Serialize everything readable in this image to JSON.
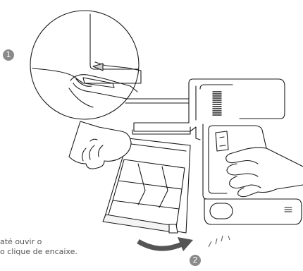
{
  "steps": [
    {
      "number": "1"
    },
    {
      "number": "2"
    }
  ],
  "caption": {
    "line1": "até ouvir o",
    "line2": "o clique de encaixe."
  },
  "colors": {
    "line": "#1a1a1a",
    "badge": "#8a8a8a",
    "arrow": "#555555",
    "caption": "#555555",
    "shade": "#d0d0d0"
  }
}
